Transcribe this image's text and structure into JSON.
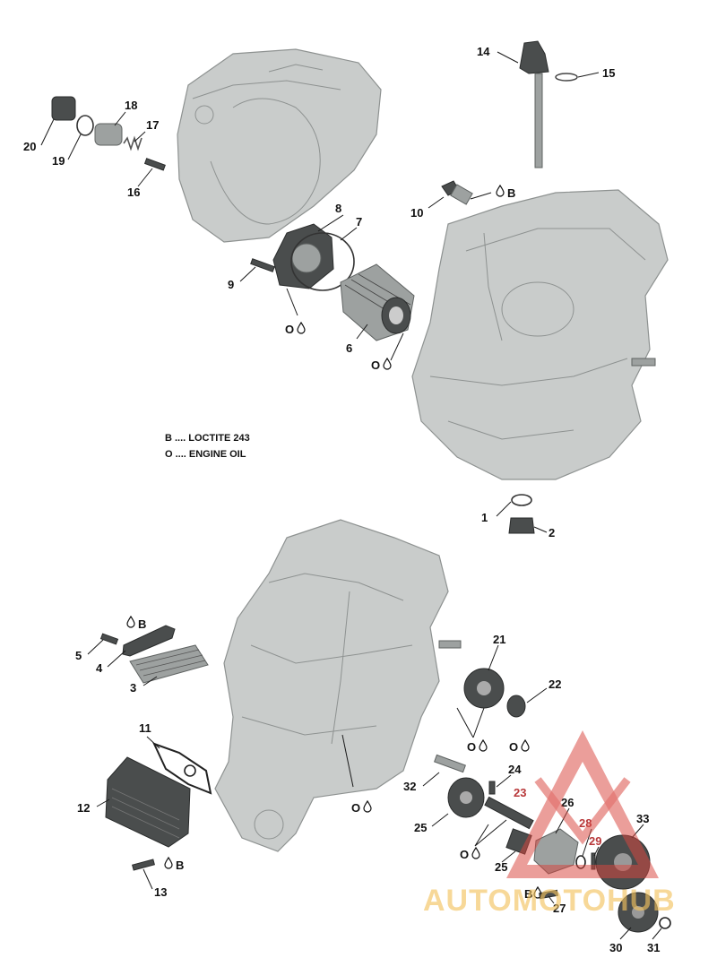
{
  "legend": {
    "loctite": "B .... LOCTITE 243",
    "oil": "O .... ENGINE OIL"
  },
  "symbols": {
    "oil_letter": "O",
    "loctite_letter": "B",
    "drop_icon": "oil-drop-icon"
  },
  "callouts": {
    "c1": "1",
    "c2": "2",
    "c3": "3",
    "c4": "4",
    "c5": "5",
    "c6": "6",
    "c7": "7",
    "c8": "8",
    "c9": "9",
    "c10": "10",
    "c11": "11",
    "c12": "12",
    "c13": "13",
    "c14": "14",
    "c15": "15",
    "c16": "16",
    "c17": "17",
    "c18": "18",
    "c19": "19",
    "c20": "20",
    "c21": "21",
    "c22": "22",
    "c23": "23",
    "c24": "24",
    "c25a": "25",
    "c25b": "25",
    "c26": "26",
    "c27": "27",
    "c28": "28",
    "c29": "29",
    "c30": "30",
    "c31": "31",
    "c32": "32",
    "c33": "33"
  },
  "watermark": {
    "text": "AUTOMOTOHUB",
    "colors": {
      "triangle": "#d9463f",
      "text": "#f3c25e"
    }
  }
}
